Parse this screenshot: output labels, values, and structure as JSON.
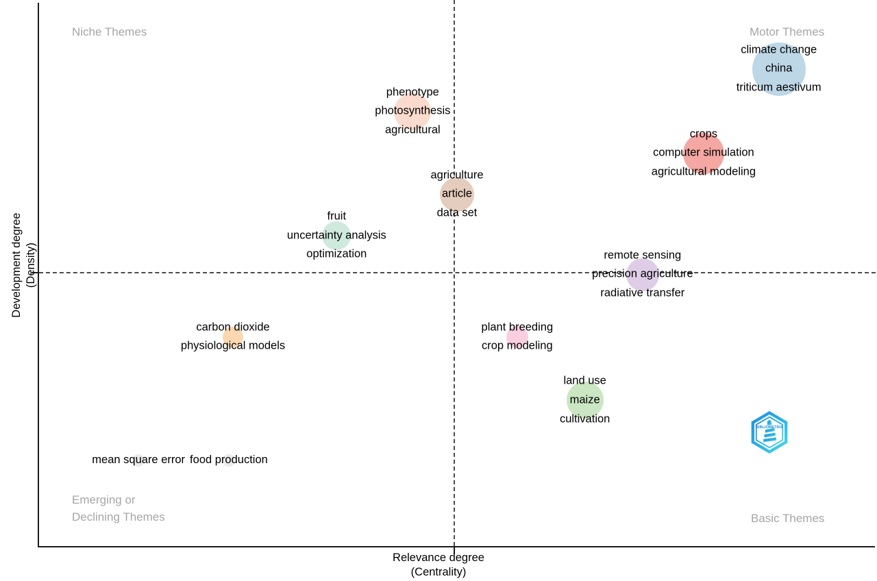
{
  "chart_data": {
    "type": "scatter",
    "title": "",
    "xlabel": "Relevance degree\n(Centrality)",
    "ylabel": "Development degree\n(Density)",
    "xlabel_line1": "Relevance degree",
    "xlabel_line2": "(Centrality)",
    "ylabel_line1": "Development degree",
    "ylabel_line2": "(Density)",
    "grid": false,
    "legend": "none",
    "quadrant_labels": {
      "top_left": "Niche Themes",
      "top_right": "Motor Themes",
      "bottom_left": "Emerging or\nDeclining Themes",
      "bottom_right": "Basic Themes"
    },
    "divider_x": 0.5,
    "divider_y": 0.5,
    "clusters": [
      {
        "name": "china",
        "labels": [
          "climate change",
          "china",
          "triticum aestivum"
        ],
        "x": 0.885,
        "y": 0.878,
        "radius": 39,
        "color": "#bdd7e7",
        "quadrant": "Motor Themes"
      },
      {
        "name": "crops",
        "labels": [
          "crops",
          "computer simulation",
          "agricultural modeling"
        ],
        "x": 0.795,
        "y": 0.723,
        "radius": 30,
        "color": "#f4a7a3",
        "quadrant": "Motor Themes"
      },
      {
        "name": "photosynthesis",
        "labels": [
          "phenotype",
          "photosynthesis",
          "agricultural"
        ],
        "x": 0.447,
        "y": 0.8,
        "radius": 27,
        "color": "#fbdbcd",
        "quadrant": "Niche Themes"
      },
      {
        "name": "article",
        "labels": [
          "agriculture",
          "article",
          "data set"
        ],
        "x": 0.5,
        "y": 0.647,
        "radius": 25,
        "color": "#e4cdbd",
        "quadrant": "Niche Themes"
      },
      {
        "name": "uncertainty analysis",
        "labels": [
          "fruit",
          "uncertainty analysis",
          "optimization"
        ],
        "x": 0.356,
        "y": 0.571,
        "radius": 21,
        "color": "#cdeadd",
        "quadrant": "Niche Themes"
      },
      {
        "name": "precision agriculture",
        "labels": [
          "remote sensing",
          "precision agriculture",
          "radiative transfer"
        ],
        "x": 0.722,
        "y": 0.5,
        "radius": 24,
        "color": "#dfcde8",
        "quadrant": "Motor Themes"
      },
      {
        "name": "physiological models",
        "labels": [
          "carbon dioxide",
          "physiological models"
        ],
        "x": 0.232,
        "y": 0.385,
        "radius": 15,
        "color": "#fbd8b0",
        "quadrant": "Emerging or Declining Themes"
      },
      {
        "name": "crop modeling",
        "labels": [
          "plant breeding",
          "crop modeling"
        ],
        "x": 0.572,
        "y": 0.385,
        "radius": 16,
        "color": "#f9cfdf",
        "quadrant": "Basic Themes"
      },
      {
        "name": "maize",
        "labels": [
          "land use",
          "maize",
          "cultivation"
        ],
        "x": 0.653,
        "y": 0.268,
        "radius": 27,
        "color": "#cbe6c3",
        "quadrant": "Basic Themes"
      },
      {
        "name": "mean square error",
        "labels": [
          "mean square error"
        ],
        "x": 0.119,
        "y": 0.157,
        "radius": 9,
        "color": "#ececec",
        "quadrant": "Emerging or Declining Themes"
      },
      {
        "name": "food production",
        "labels": [
          "food production"
        ],
        "x": 0.227,
        "y": 0.157,
        "radius": 9,
        "color": "#ececec",
        "quadrant": "Emerging or Declining Themes"
      }
    ]
  },
  "watermark": {
    "name": "bibliometrix-logo",
    "text": "BIBLIOMETRIX",
    "color_outer": "#1b9de0",
    "color_inner": "#3ed0e8"
  }
}
